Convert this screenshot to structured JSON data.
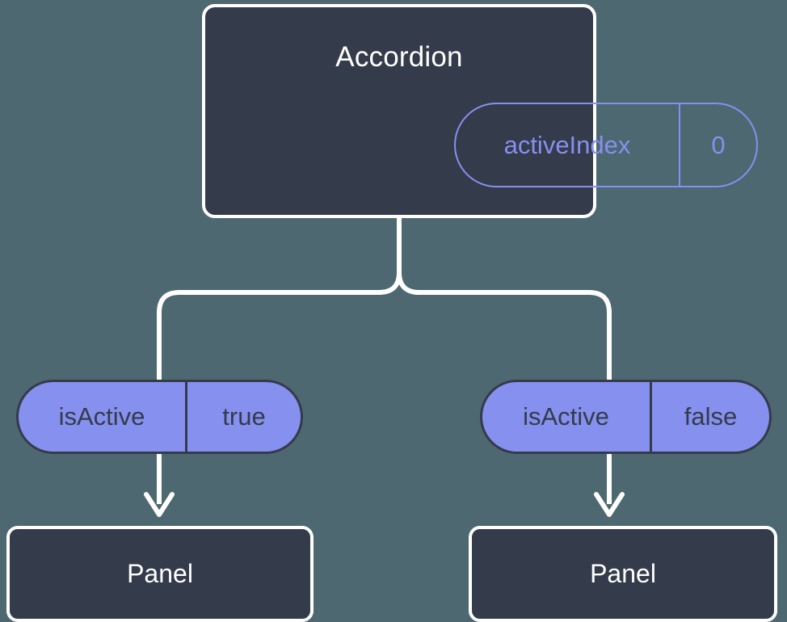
{
  "theme": {
    "background": "#4d6871",
    "node_fill": "#343b4a",
    "node_border": "#ffffff",
    "accent": "#8690ef",
    "edge_color": "#ffffff",
    "node_text": "#ffffff",
    "pill_text_on_accent": "#343b4a"
  },
  "diagram": {
    "type": "component-tree",
    "root": {
      "title": "Accordion",
      "state_pill": {
        "key": "activeIndex",
        "value": "0"
      }
    },
    "children": [
      {
        "prop_pill": {
          "key": "isActive",
          "value": "true"
        },
        "node": {
          "title": "Panel"
        }
      },
      {
        "prop_pill": {
          "key": "isActive",
          "value": "false"
        },
        "node": {
          "title": "Panel"
        }
      }
    ],
    "edges": [
      {
        "from": "accordion",
        "to": "isActive-true-pill",
        "style": "elbow"
      },
      {
        "from": "accordion",
        "to": "isActive-false-pill",
        "style": "elbow"
      },
      {
        "from": "isActive-true-pill",
        "to": "panel-left",
        "style": "arrow"
      },
      {
        "from": "isActive-false-pill",
        "to": "panel-right",
        "style": "arrow"
      }
    ]
  }
}
